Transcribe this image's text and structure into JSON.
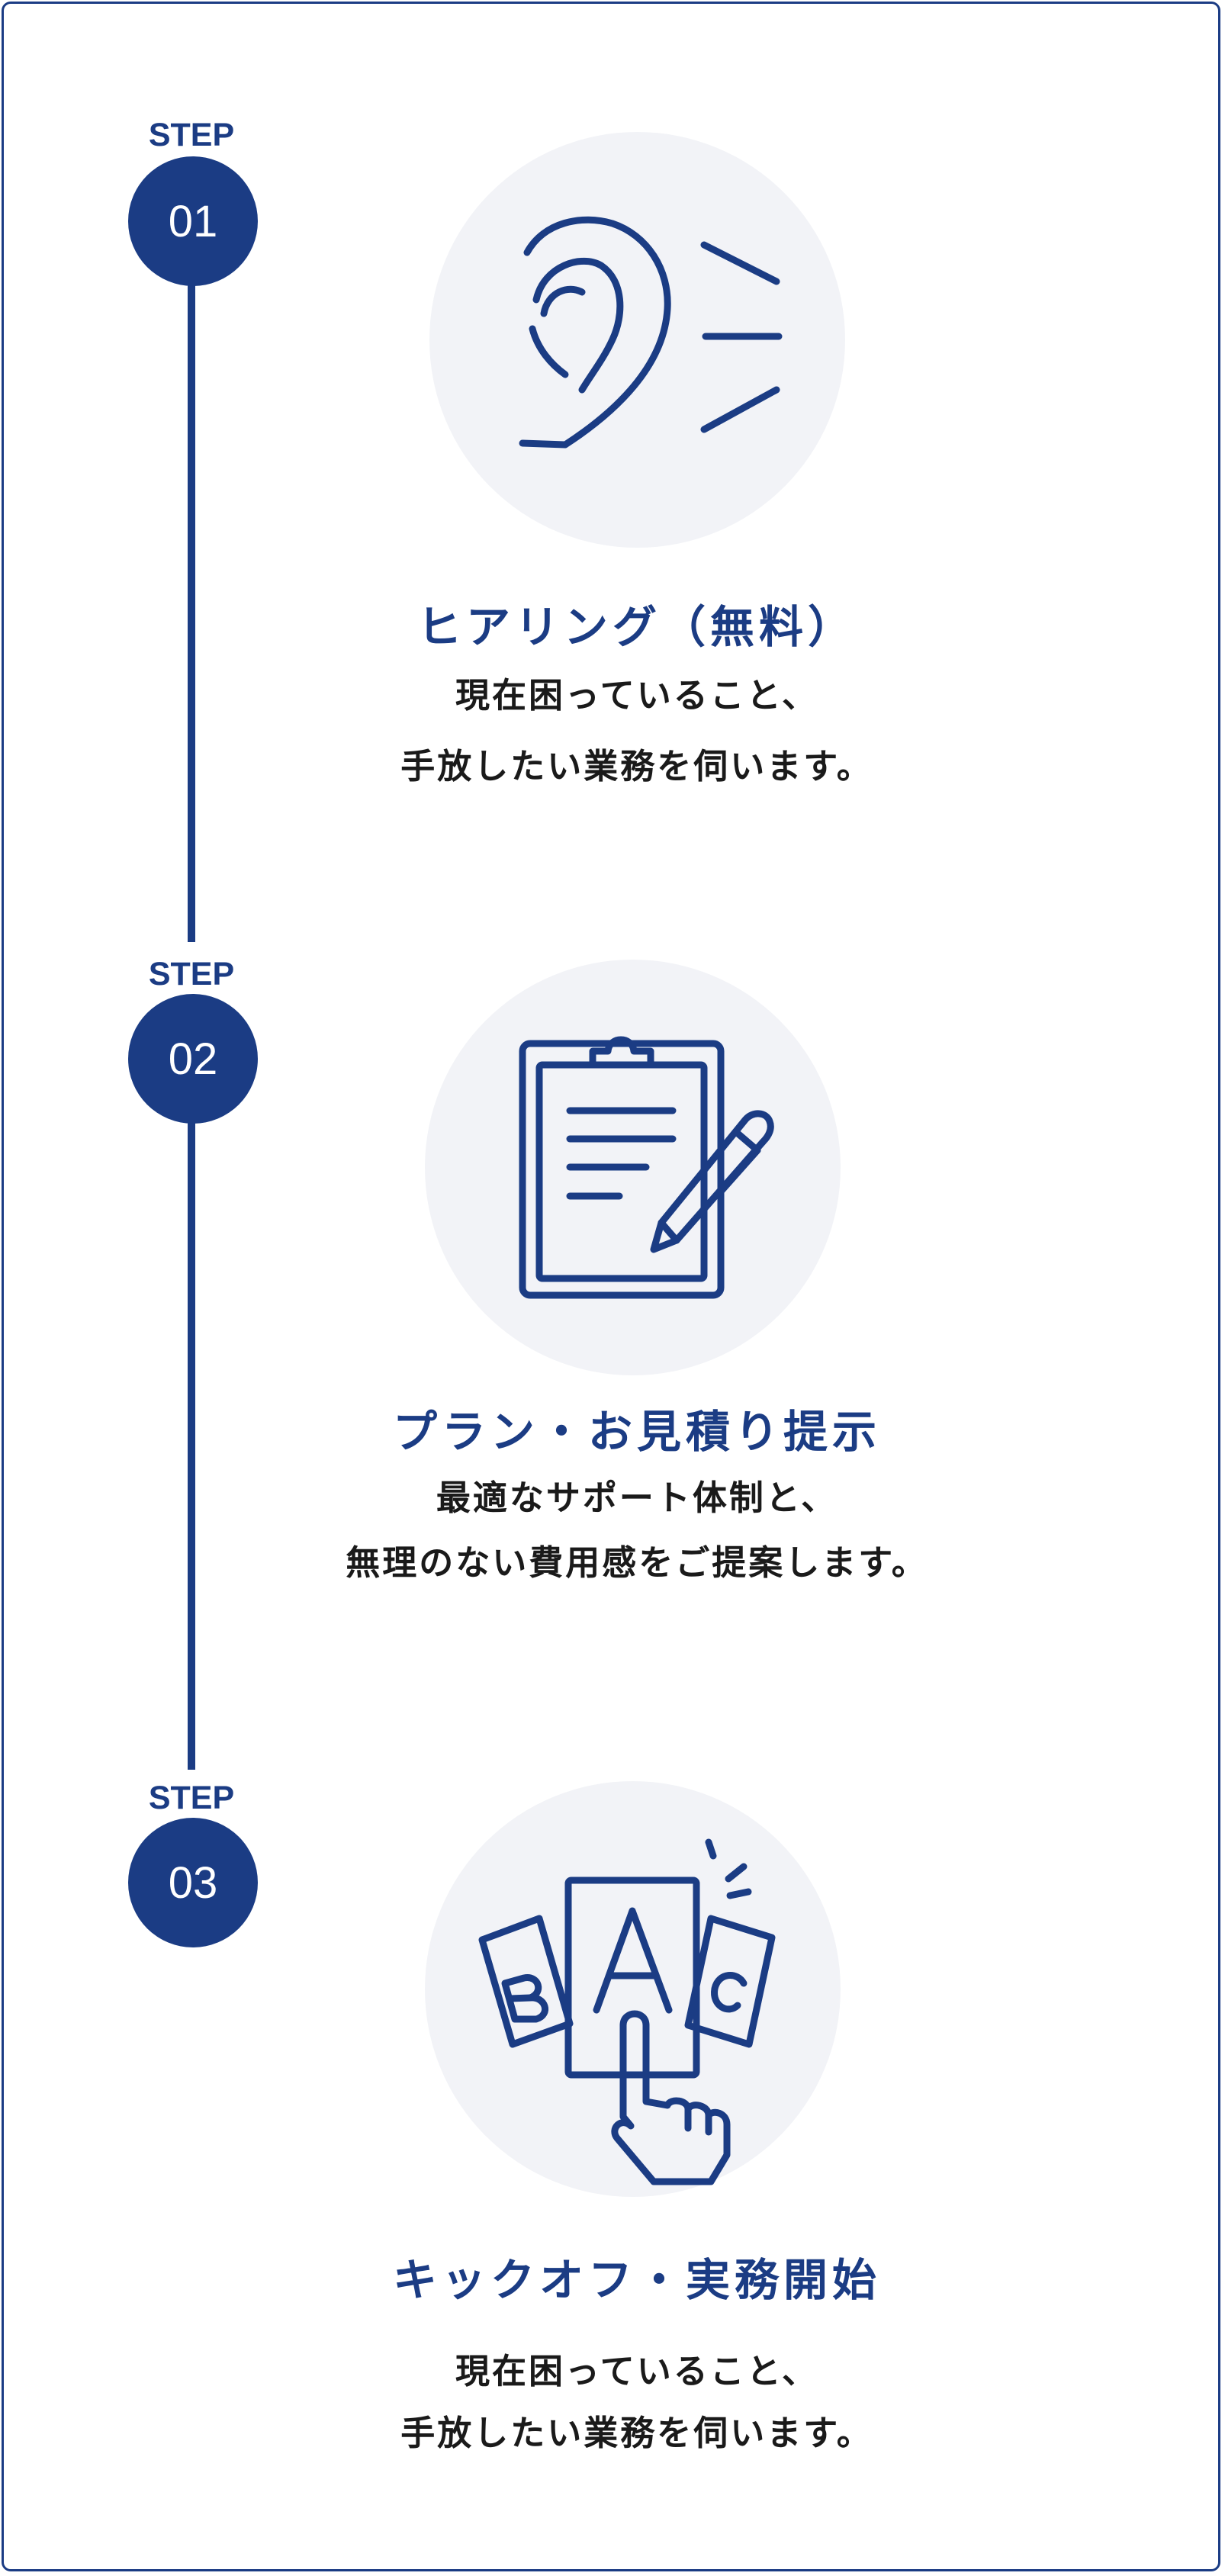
{
  "steps": [
    {
      "label": "STEP",
      "number": "01",
      "icon": "ear-listening-icon",
      "title": "ヒアリング（無料）",
      "desc_line1": "現在困っていること、",
      "desc_line2": "手放したい業務を伺います。"
    },
    {
      "label": "STEP",
      "number": "02",
      "icon": "clipboard-pen-icon",
      "title": "プラン・お見積り提示",
      "desc_line1": "最適なサポート体制と、",
      "desc_line2": "無理のない費用感をご提案します。"
    },
    {
      "label": "STEP",
      "number": "03",
      "icon": "abc-card-select-icon",
      "title": "キックオフ・実務開始",
      "desc_line1": "現在困っていること、",
      "desc_line2": "手放したい業務を伺います。"
    }
  ],
  "colors": {
    "accent": "#1b3c84",
    "icon_bg": "#f2f3f7",
    "text": "#1a1a1a"
  }
}
